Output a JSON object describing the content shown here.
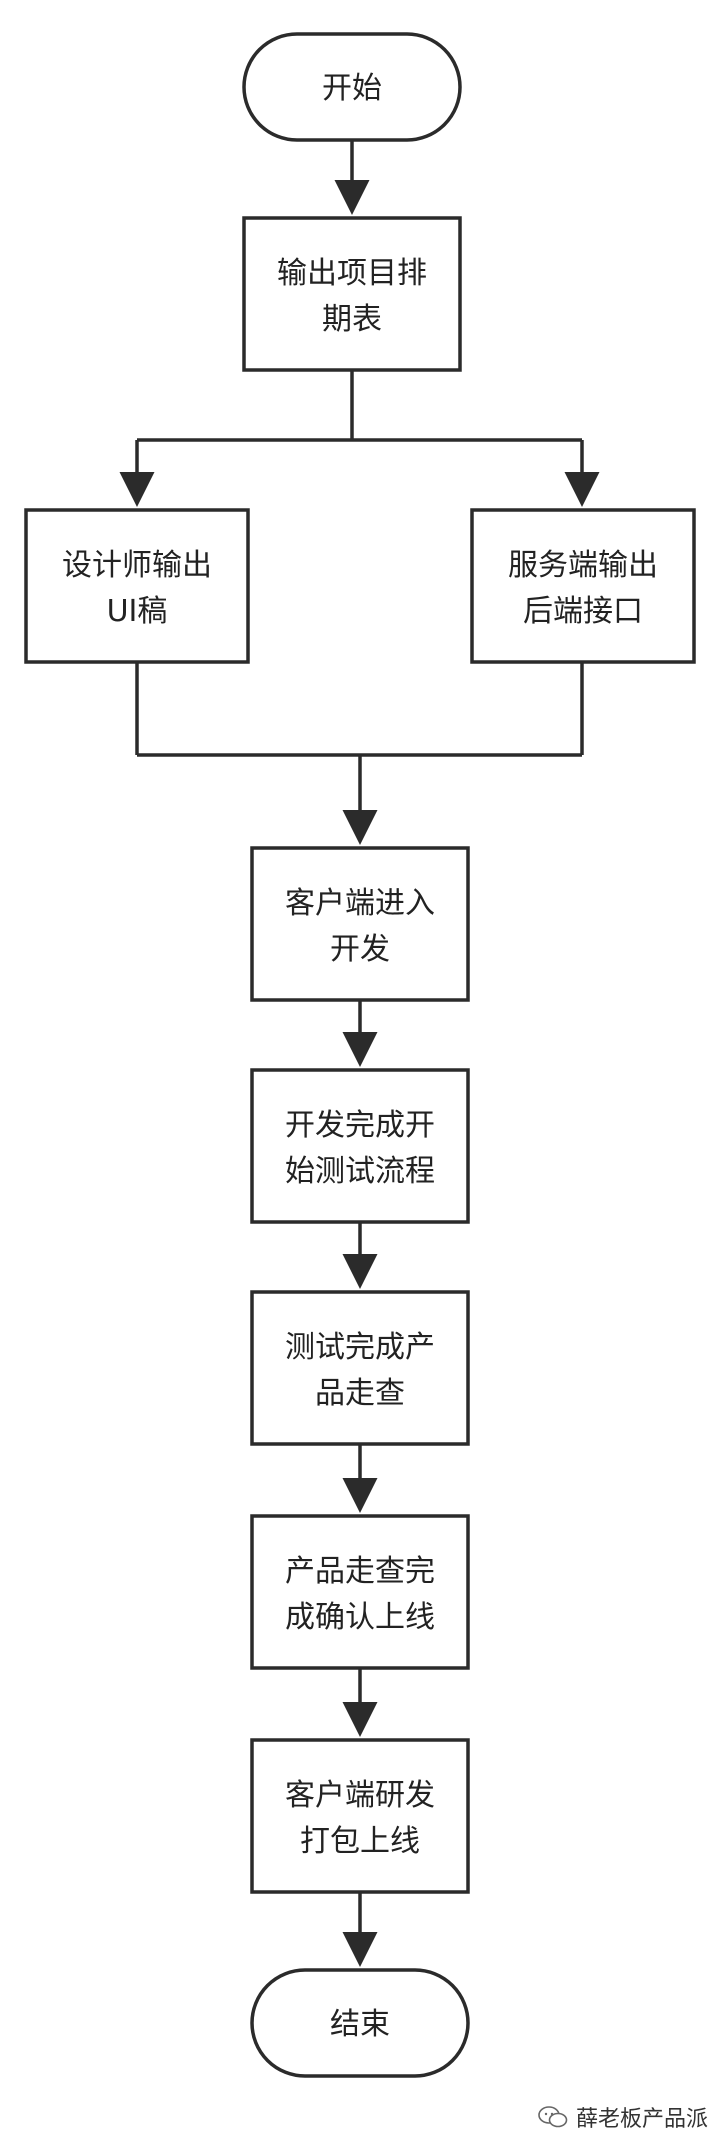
{
  "nodes": {
    "start": "开始",
    "schedule": [
      "输出项目排",
      "期表"
    ],
    "designer": [
      "设计师输出",
      "UI稿"
    ],
    "server": [
      "服务端输出",
      "后端接口"
    ],
    "client_dev": [
      "客户端进入",
      "开发"
    ],
    "dev_done": [
      "开发完成开",
      "始测试流程"
    ],
    "test_done": [
      "测试完成产",
      "品走查"
    ],
    "review_done": [
      "产品走查完",
      "成确认上线"
    ],
    "release": [
      "客户端研发",
      "打包上线"
    ],
    "end": "结束"
  },
  "watermark": "薛老板产品派",
  "colors": {
    "stroke": "#2b2b2b",
    "fill": "#ffffff",
    "text": "#222222"
  }
}
